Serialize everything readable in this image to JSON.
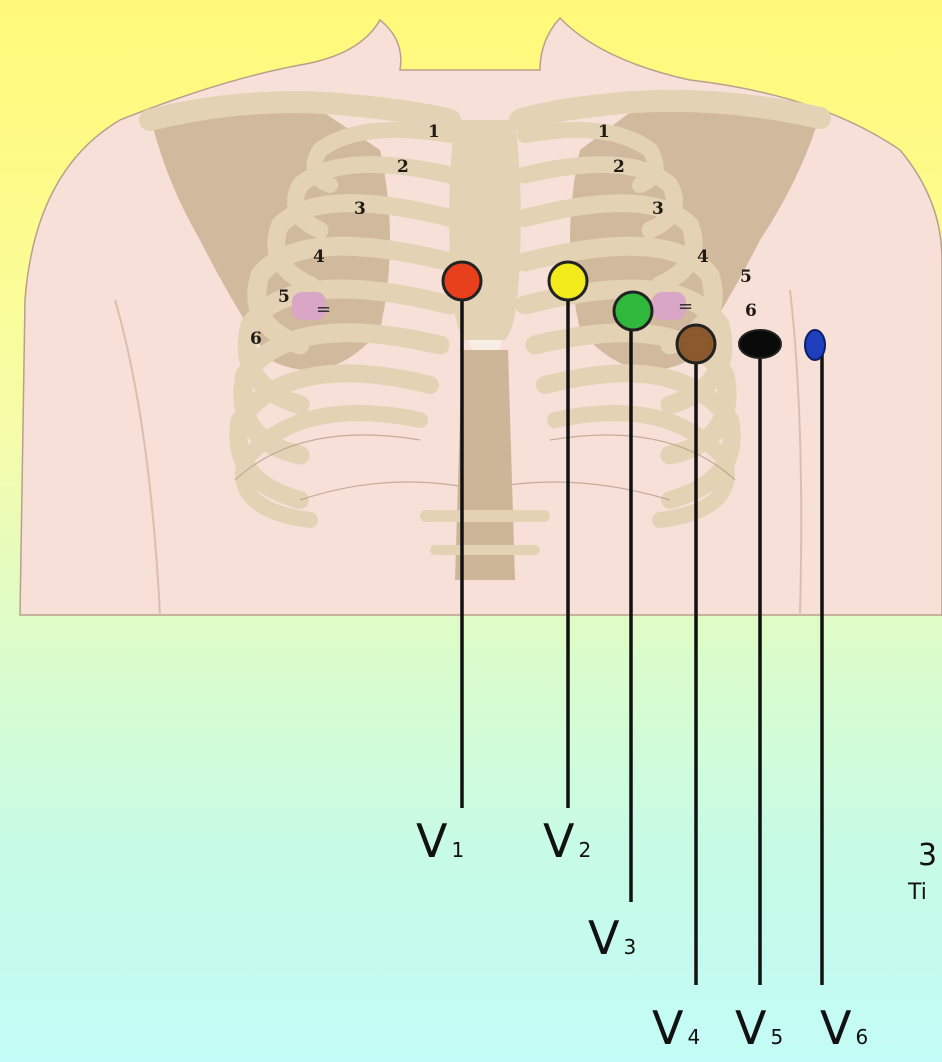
{
  "rib_numbers": {
    "right_side": [
      "1",
      "2",
      "3",
      "4",
      "5",
      "6"
    ],
    "left_side": [
      "1",
      "2",
      "3",
      "4",
      "5",
      "6"
    ]
  },
  "leads": [
    {
      "letter": "V",
      "sub": "1",
      "color": "#e8401c"
    },
    {
      "letter": "V",
      "sub": "2",
      "color": "#f2ea1a"
    },
    {
      "letter": "V",
      "sub": "3",
      "color": "#2fb83c"
    },
    {
      "letter": "V",
      "sub": "4",
      "color": "#8a5a2e"
    },
    {
      "letter": "V",
      "sub": "5",
      "color": "#0a0a0a"
    },
    {
      "letter": "V",
      "sub": "6",
      "color": "#1f3fbf"
    }
  ],
  "cropped_edge_text": [
    "3",
    "Ti"
  ],
  "colors": {
    "skin": "#f6e0d8",
    "bone": "#e3d2b4",
    "shadow": "#cdb597",
    "heart_marker": "#d9a6c6"
  }
}
